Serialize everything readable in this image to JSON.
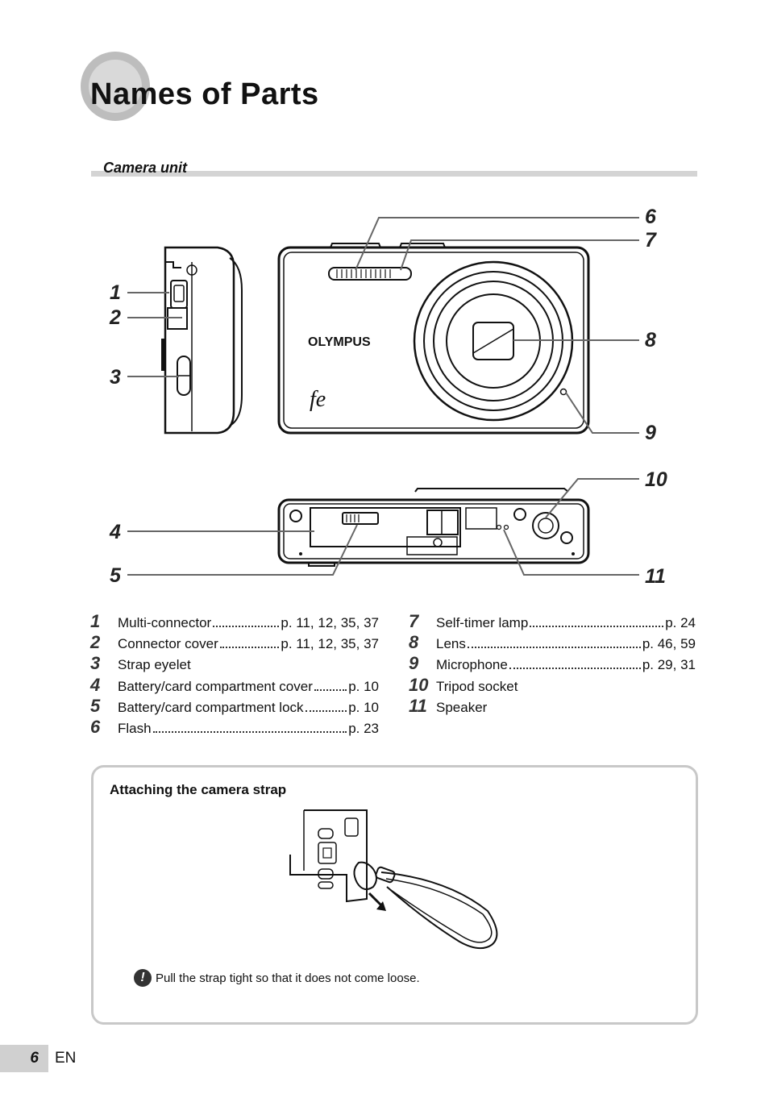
{
  "page": {
    "title": "Names of Parts",
    "section_heading": "Camera unit",
    "page_number": "6",
    "language": "EN"
  },
  "diagram": {
    "callouts": [
      "1",
      "2",
      "3",
      "4",
      "5",
      "6",
      "7",
      "8",
      "9",
      "10",
      "11"
    ],
    "brand": "OLYMPUS",
    "model_mark": "fe"
  },
  "parts_left": [
    {
      "num": "1",
      "name": "Multi-connector",
      "ref": "p. 11, 12, 35, 37"
    },
    {
      "num": "2",
      "name": "Connector cover",
      "ref": "p. 11, 12, 35, 37"
    },
    {
      "num": "3",
      "name": "Strap eyelet",
      "ref": ""
    },
    {
      "num": "4",
      "name": "Battery/card compartment cover",
      "ref": "p. 10"
    },
    {
      "num": "5",
      "name": "Battery/card compartment lock",
      "ref": "p. 10"
    },
    {
      "num": "6",
      "name": "Flash",
      "ref": "p. 23"
    }
  ],
  "parts_right": [
    {
      "num": "7",
      "name": "Self-timer lamp",
      "ref": "p. 24"
    },
    {
      "num": "8",
      "name": "Lens",
      "ref": "p. 46, 59"
    },
    {
      "num": "9",
      "name": "Microphone",
      "ref": "p. 29, 31"
    },
    {
      "num": "10",
      "name": "Tripod socket",
      "ref": ""
    },
    {
      "num": "11",
      "name": "Speaker",
      "ref": ""
    }
  ],
  "strap_box": {
    "heading": "Attaching the camera strap",
    "note": "Pull the strap tight so that it does not come loose.",
    "note_icon": "caution-icon"
  }
}
